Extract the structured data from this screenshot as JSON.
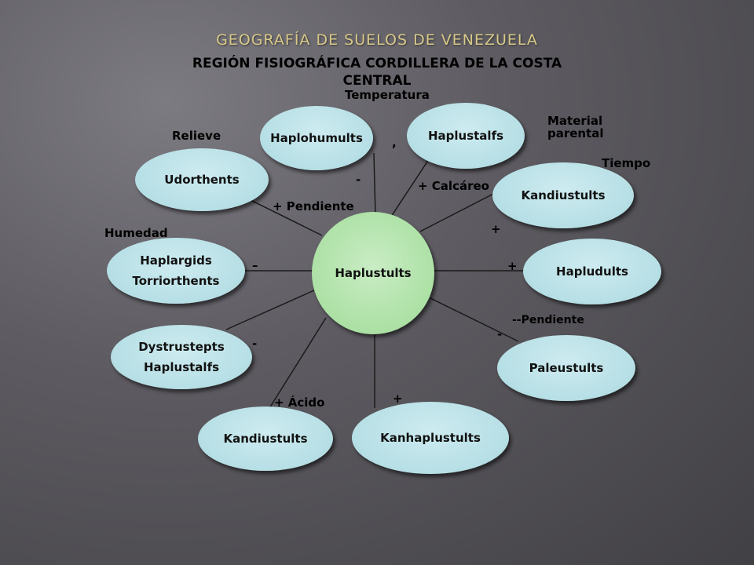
{
  "title": "GEOGRAFÍA DE SUELOS DE VENEZUELA",
  "subtitle": "REGIÓN FISIOGRÁFICA CORDILLERA DE LA COSTA CENTRAL",
  "center": "Haplustults",
  "nodes": {
    "haplohumults": [
      "Haplohumults"
    ],
    "haplustalfs": [
      "Haplustalfs"
    ],
    "udorthents": [
      "Udorthents"
    ],
    "kandiustults_top": [
      "Kandiustults"
    ],
    "haplargids": [
      "Haplargids",
      "Torriorthents"
    ],
    "hapludults": [
      "Hapludults"
    ],
    "dystrustepts": [
      "Dystrustepts",
      "Haplustalfs"
    ],
    "paleustults": [
      "Paleustults"
    ],
    "kandiustults_bottom": [
      "Kandiustults"
    ],
    "kanhaplustults": [
      "Kanhaplustults"
    ]
  },
  "factors": {
    "temperatura": "Temperatura",
    "material_parental": "Material\nparental",
    "relieve": "Relieve",
    "tiempo": "Tiempo",
    "humedad": "Humedad"
  },
  "edge_labels": {
    "pendiente_plus": "+ Pendiente",
    "calcareo": "+ Calcáreo",
    "pendiente_minus": "--Pendiente",
    "acido": "+ Ácido",
    "minus_haplohumults": "-",
    "comma_temp": ",",
    "plus_kandiustults": "+",
    "plus_hapludults": "+",
    "minus_humedad": "–",
    "minus_dystrustepts": "-",
    "minus_paleustults": "-",
    "plus_kanhaplustults": "+"
  },
  "colors": {
    "node_fill": "#b6dfe5",
    "center_fill": "#a8dfa0",
    "title": "#d8c98a",
    "line": "#1a1a1a"
  }
}
